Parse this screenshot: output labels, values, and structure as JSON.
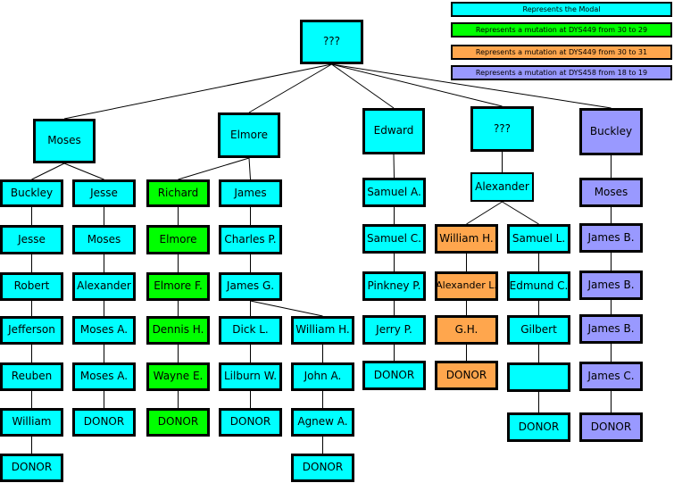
{
  "colors": {
    "modal": "#00ffff",
    "dys449_30_29": "#00ff00",
    "dys449_30_31": "#ffa64d",
    "dys458_18_19": "#9999ff"
  },
  "legend": {
    "modal": "Represents the Modal",
    "dys449_30_29": "Represents a mutation at DYS449 from 30 to 29",
    "dys449_30_31": "Represents a mutation at DYS449 from 30 to 31",
    "dys458_18_19": "Represents a mutation at DYS458 from 18 to 19"
  },
  "nodes": {
    "root": {
      "label": "???",
      "type": "modal"
    },
    "moses": {
      "label": "Moses",
      "type": "modal"
    },
    "elmore": {
      "label": "Elmore",
      "type": "modal"
    },
    "edward": {
      "label": "Edward",
      "type": "modal"
    },
    "unk2": {
      "label": "???",
      "type": "modal"
    },
    "buckley_top": {
      "label": "Buckley",
      "type": "dys458_18_19"
    },
    "c1_1": {
      "label": "Buckley",
      "type": "modal"
    },
    "c1_2": {
      "label": "Jesse",
      "type": "modal"
    },
    "c1_3": {
      "label": "Robert",
      "type": "modal"
    },
    "c1_4": {
      "label": "Jefferson",
      "type": "modal"
    },
    "c1_5": {
      "label": "Reuben",
      "type": "modal"
    },
    "c1_6": {
      "label": "William",
      "type": "modal"
    },
    "c1_7": {
      "label": "DONOR",
      "type": "modal"
    },
    "c2_1": {
      "label": "Jesse",
      "type": "modal"
    },
    "c2_2": {
      "label": "Moses",
      "type": "modal"
    },
    "c2_3": {
      "label": "Alexander",
      "type": "modal"
    },
    "c2_4": {
      "label": "Moses A.",
      "type": "modal"
    },
    "c2_5": {
      "label": "Moses A.",
      "type": "modal"
    },
    "c2_6": {
      "label": "DONOR",
      "type": "modal"
    },
    "c3_1": {
      "label": "Richard",
      "type": "dys449_30_29"
    },
    "c3_2": {
      "label": "Elmore",
      "type": "dys449_30_29"
    },
    "c3_3": {
      "label": "Elmore F.",
      "type": "dys449_30_29"
    },
    "c3_4": {
      "label": "Dennis H.",
      "type": "dys449_30_29"
    },
    "c3_5": {
      "label": "Wayne E.",
      "type": "dys449_30_29"
    },
    "c3_6": {
      "label": "DONOR",
      "type": "dys449_30_29"
    },
    "c4_1": {
      "label": "James",
      "type": "modal"
    },
    "c4_2": {
      "label": "Charles P.",
      "type": "modal"
    },
    "c4_3": {
      "label": "James G.",
      "type": "modal"
    },
    "c4_4": {
      "label": "Dick L.",
      "type": "modal"
    },
    "c4_5": {
      "label": "Lilburn W.",
      "type": "modal"
    },
    "c4_6": {
      "label": "DONOR",
      "type": "modal"
    },
    "c5_1": {
      "label": "William H.",
      "type": "modal"
    },
    "c5_2": {
      "label": "John A.",
      "type": "modal"
    },
    "c5_3": {
      "label": "Agnew A.",
      "type": "modal"
    },
    "c5_4": {
      "label": "DONOR",
      "type": "modal"
    },
    "c6_1": {
      "label": "Samuel A.",
      "type": "modal"
    },
    "c6_2": {
      "label": "Samuel C.",
      "type": "modal"
    },
    "c6_3": {
      "label": "Pinkney P.",
      "type": "modal"
    },
    "c6_4": {
      "label": "Jerry P.",
      "type": "modal"
    },
    "c6_5": {
      "label": "DONOR",
      "type": "modal"
    },
    "alexander": {
      "label": "Alexander",
      "type": "modal"
    },
    "c7_1": {
      "label": "William H.",
      "type": "dys449_30_31"
    },
    "c7_2": {
      "label": "Alexander L.",
      "type": "dys449_30_31"
    },
    "c7_3": {
      "label": "G.H.",
      "type": "dys449_30_31"
    },
    "c7_4": {
      "label": "DONOR",
      "type": "dys449_30_31"
    },
    "c8_1": {
      "label": "Samuel L.",
      "type": "modal"
    },
    "c8_2": {
      "label": "Edmund C.",
      "type": "modal"
    },
    "c8_3": {
      "label": "Gilbert",
      "type": "modal"
    },
    "c8_4": {
      "label": "",
      "type": "modal"
    },
    "c8_5": {
      "label": "DONOR",
      "type": "modal"
    },
    "c9_1": {
      "label": "Moses",
      "type": "dys458_18_19"
    },
    "c9_2": {
      "label": "James B.",
      "type": "dys458_18_19"
    },
    "c9_3": {
      "label": "James B.",
      "type": "dys458_18_19"
    },
    "c9_4": {
      "label": "James B.",
      "type": "dys458_18_19"
    },
    "c9_5": {
      "label": "James C.",
      "type": "dys458_18_19"
    },
    "c9_6": {
      "label": "DONOR",
      "type": "dys458_18_19"
    }
  },
  "edges": [
    [
      "root",
      "moses"
    ],
    [
      "root",
      "elmore"
    ],
    [
      "root",
      "edward"
    ],
    [
      "root",
      "unk2"
    ],
    [
      "root",
      "buckley_top"
    ],
    [
      "moses",
      "c1_1"
    ],
    [
      "moses",
      "c2_1"
    ],
    [
      "c1_1",
      "c1_2"
    ],
    [
      "c1_2",
      "c1_3"
    ],
    [
      "c1_3",
      "c1_4"
    ],
    [
      "c1_4",
      "c1_5"
    ],
    [
      "c1_5",
      "c1_6"
    ],
    [
      "c1_6",
      "c1_7"
    ],
    [
      "c2_1",
      "c2_2"
    ],
    [
      "c2_2",
      "c2_3"
    ],
    [
      "c2_3",
      "c2_4"
    ],
    [
      "c2_4",
      "c2_5"
    ],
    [
      "c2_5",
      "c2_6"
    ],
    [
      "elmore",
      "c3_1"
    ],
    [
      "elmore",
      "c4_1"
    ],
    [
      "c3_1",
      "c3_2"
    ],
    [
      "c3_2",
      "c3_3"
    ],
    [
      "c3_3",
      "c3_4"
    ],
    [
      "c3_4",
      "c3_5"
    ],
    [
      "c3_5",
      "c3_6"
    ],
    [
      "c4_1",
      "c4_2"
    ],
    [
      "c4_2",
      "c4_3"
    ],
    [
      "c4_3",
      "c4_4"
    ],
    [
      "c4_3",
      "c5_1"
    ],
    [
      "c4_4",
      "c4_5"
    ],
    [
      "c4_5",
      "c4_6"
    ],
    [
      "c5_1",
      "c5_2"
    ],
    [
      "c5_2",
      "c5_3"
    ],
    [
      "c5_3",
      "c5_4"
    ],
    [
      "edward",
      "c6_1"
    ],
    [
      "c6_1",
      "c6_2"
    ],
    [
      "c6_2",
      "c6_3"
    ],
    [
      "c6_3",
      "c6_4"
    ],
    [
      "c6_4",
      "c6_5"
    ],
    [
      "unk2",
      "alexander"
    ],
    [
      "alexander",
      "c7_1"
    ],
    [
      "alexander",
      "c8_1"
    ],
    [
      "c7_1",
      "c7_2"
    ],
    [
      "c7_2",
      "c7_3"
    ],
    [
      "c7_3",
      "c7_4"
    ],
    [
      "c8_1",
      "c8_2"
    ],
    [
      "c8_2",
      "c8_3"
    ],
    [
      "c8_3",
      "c8_4"
    ],
    [
      "c8_4",
      "c8_5"
    ],
    [
      "buckley_top",
      "c9_1"
    ],
    [
      "c9_1",
      "c9_2"
    ],
    [
      "c9_2",
      "c9_3"
    ],
    [
      "c9_3",
      "c9_4"
    ],
    [
      "c9_4",
      "c9_5"
    ],
    [
      "c9_5",
      "c9_6"
    ]
  ]
}
